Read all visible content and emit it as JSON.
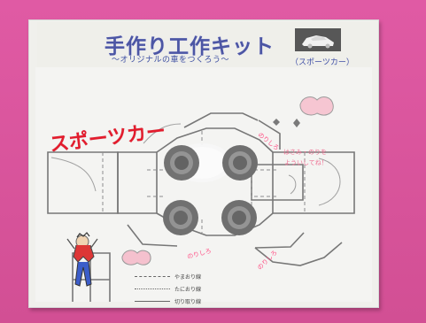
{
  "title": "手作り工作キット",
  "subtitle": "〜オリジナルの車をつくろう〜",
  "category_label": "（スポーツカー）",
  "body_label": "スポーツカー",
  "glue_note": "はさみ・のりを",
  "use_note": "よういしてね！",
  "roof_tab": "のりしろ",
  "left_tab": "のりしろ",
  "right_tab": "のりしろ",
  "legend_items": [
    "やまおり線",
    "たにおり線",
    "切り取り線"
  ],
  "colors": {
    "background": "#d8559a",
    "paper": "#f0f0ec",
    "title": "#4c56a4",
    "accent": "#e31c2d",
    "wheel_outer": "#707070",
    "wheel_inner": "#8e8e8e"
  },
  "icons": {
    "preview_car": "car-thumbnail-icon",
    "scissors": "scissors-icon",
    "kid": "child-illustration-icon"
  }
}
